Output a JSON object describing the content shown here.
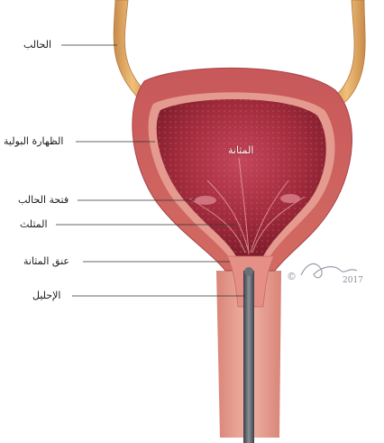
{
  "labels": {
    "ureter": "الحالب",
    "urothelium": "الظهارة البولية",
    "bladder": "المثانة",
    "ureteral_orifice": "فتحة الحالب",
    "trigone": "المثلث",
    "bladder_neck": "عنق المثانة",
    "urethra": "الإحليل"
  },
  "signature": {
    "mark": "©",
    "year": "2017"
  },
  "colors": {
    "outer_wall": "#c8585a",
    "wall_light": "#e59a8f",
    "inner_cavity": "#a22c3c",
    "ureter": "#e0a65e",
    "catheter": "#5a5f66"
  }
}
